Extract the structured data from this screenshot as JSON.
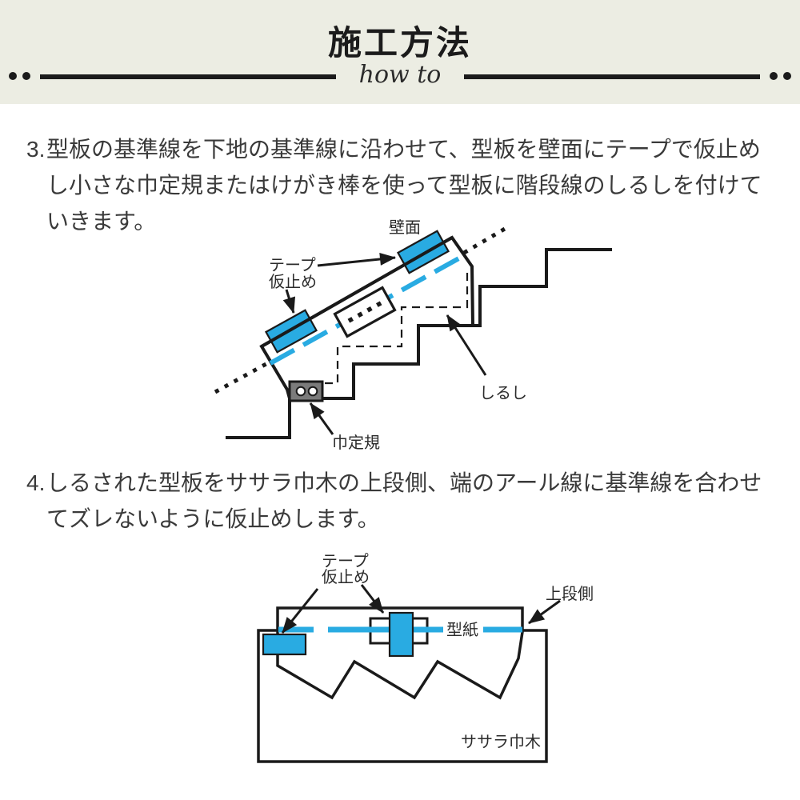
{
  "header": {
    "title": "施工方法",
    "subtitle": "how to"
  },
  "steps": [
    {
      "number": "3.",
      "lines": [
        "型板の基準線を下地の基準線に沿わせて、型板を壁面にテープで仮止め",
        "し小さな巾定規またはけがき棒を使って型板に階段線のしるしを付けて",
        "いきます。"
      ]
    },
    {
      "number": "4.",
      "lines": [
        "しるされた型板をササラ巾木の上段側、端のアール線に基準線を合わせ",
        "てズレないように仮止めします。"
      ]
    }
  ],
  "diagram1": {
    "labels": {
      "wall": "壁面",
      "tape1": "テープ",
      "tape2": "仮止め",
      "mark": "しるし",
      "gauge": "巾定規"
    }
  },
  "diagram2": {
    "labels": {
      "tape1": "テープ",
      "tape2": "仮止め",
      "upper": "上段側",
      "pattern": "型紙",
      "stringer": "ササラ巾木"
    }
  },
  "colors": {
    "accent_cyan": "#29ABE2",
    "ink": "#1a1a1a",
    "header_bg": "#ECEDE3",
    "body_text": "#3a3a3a",
    "gauge_gray": "#7b7b7b"
  }
}
